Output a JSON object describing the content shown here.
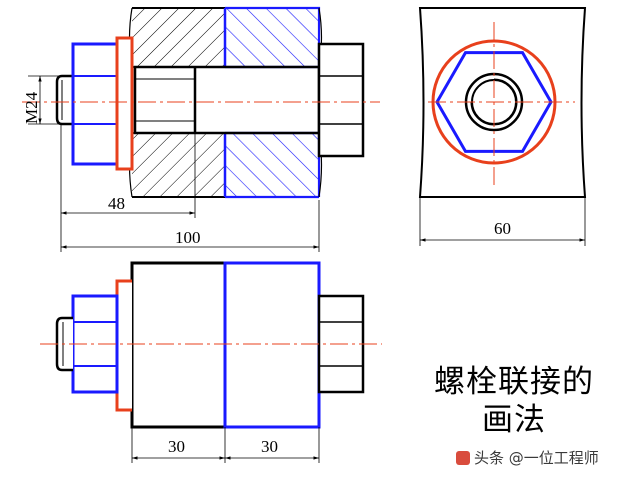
{
  "diagram": {
    "title_line1": "螺栓联接的",
    "title_line2": "画法",
    "dimensions": {
      "thread": "M24",
      "length_48": "48",
      "length_100": "100",
      "width_60": "60",
      "thickness_a": "30",
      "thickness_b": "30"
    },
    "colors": {
      "outline": "#000000",
      "nut": "#1a1aff",
      "washer": "#e8401c",
      "centerline": "#e8401c"
    },
    "watermark": "头条 @一位工程师"
  }
}
